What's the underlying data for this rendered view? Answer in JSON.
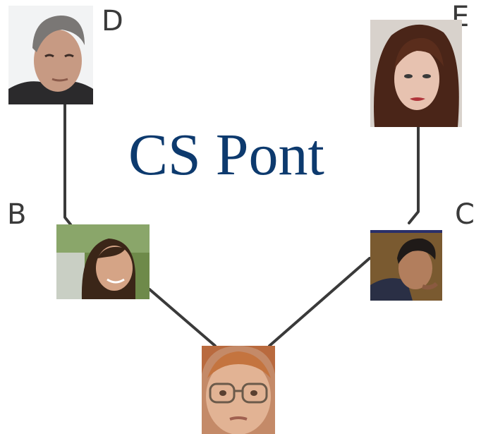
{
  "title": "CS Pont",
  "nodes": [
    {
      "id": "D",
      "label": "D",
      "icon": "man-gray-hair-portrait"
    },
    {
      "id": "E",
      "label": "E",
      "icon": "woman-dark-hair-portrait"
    },
    {
      "id": "B",
      "label": "B",
      "icon": "woman-smiling-portrait"
    },
    {
      "id": "C",
      "label": "C",
      "icon": "man-profile-portrait"
    },
    {
      "id": "A",
      "label": "",
      "icon": "child-glasses-portrait"
    }
  ],
  "edges": [
    [
      "D",
      "B"
    ],
    [
      "E",
      "C"
    ],
    [
      "B",
      "A"
    ],
    [
      "C",
      "A"
    ]
  ],
  "colors": {
    "title": "#0d3a6e",
    "edge": "#3a3a3a",
    "label": "#3a3a3a"
  }
}
